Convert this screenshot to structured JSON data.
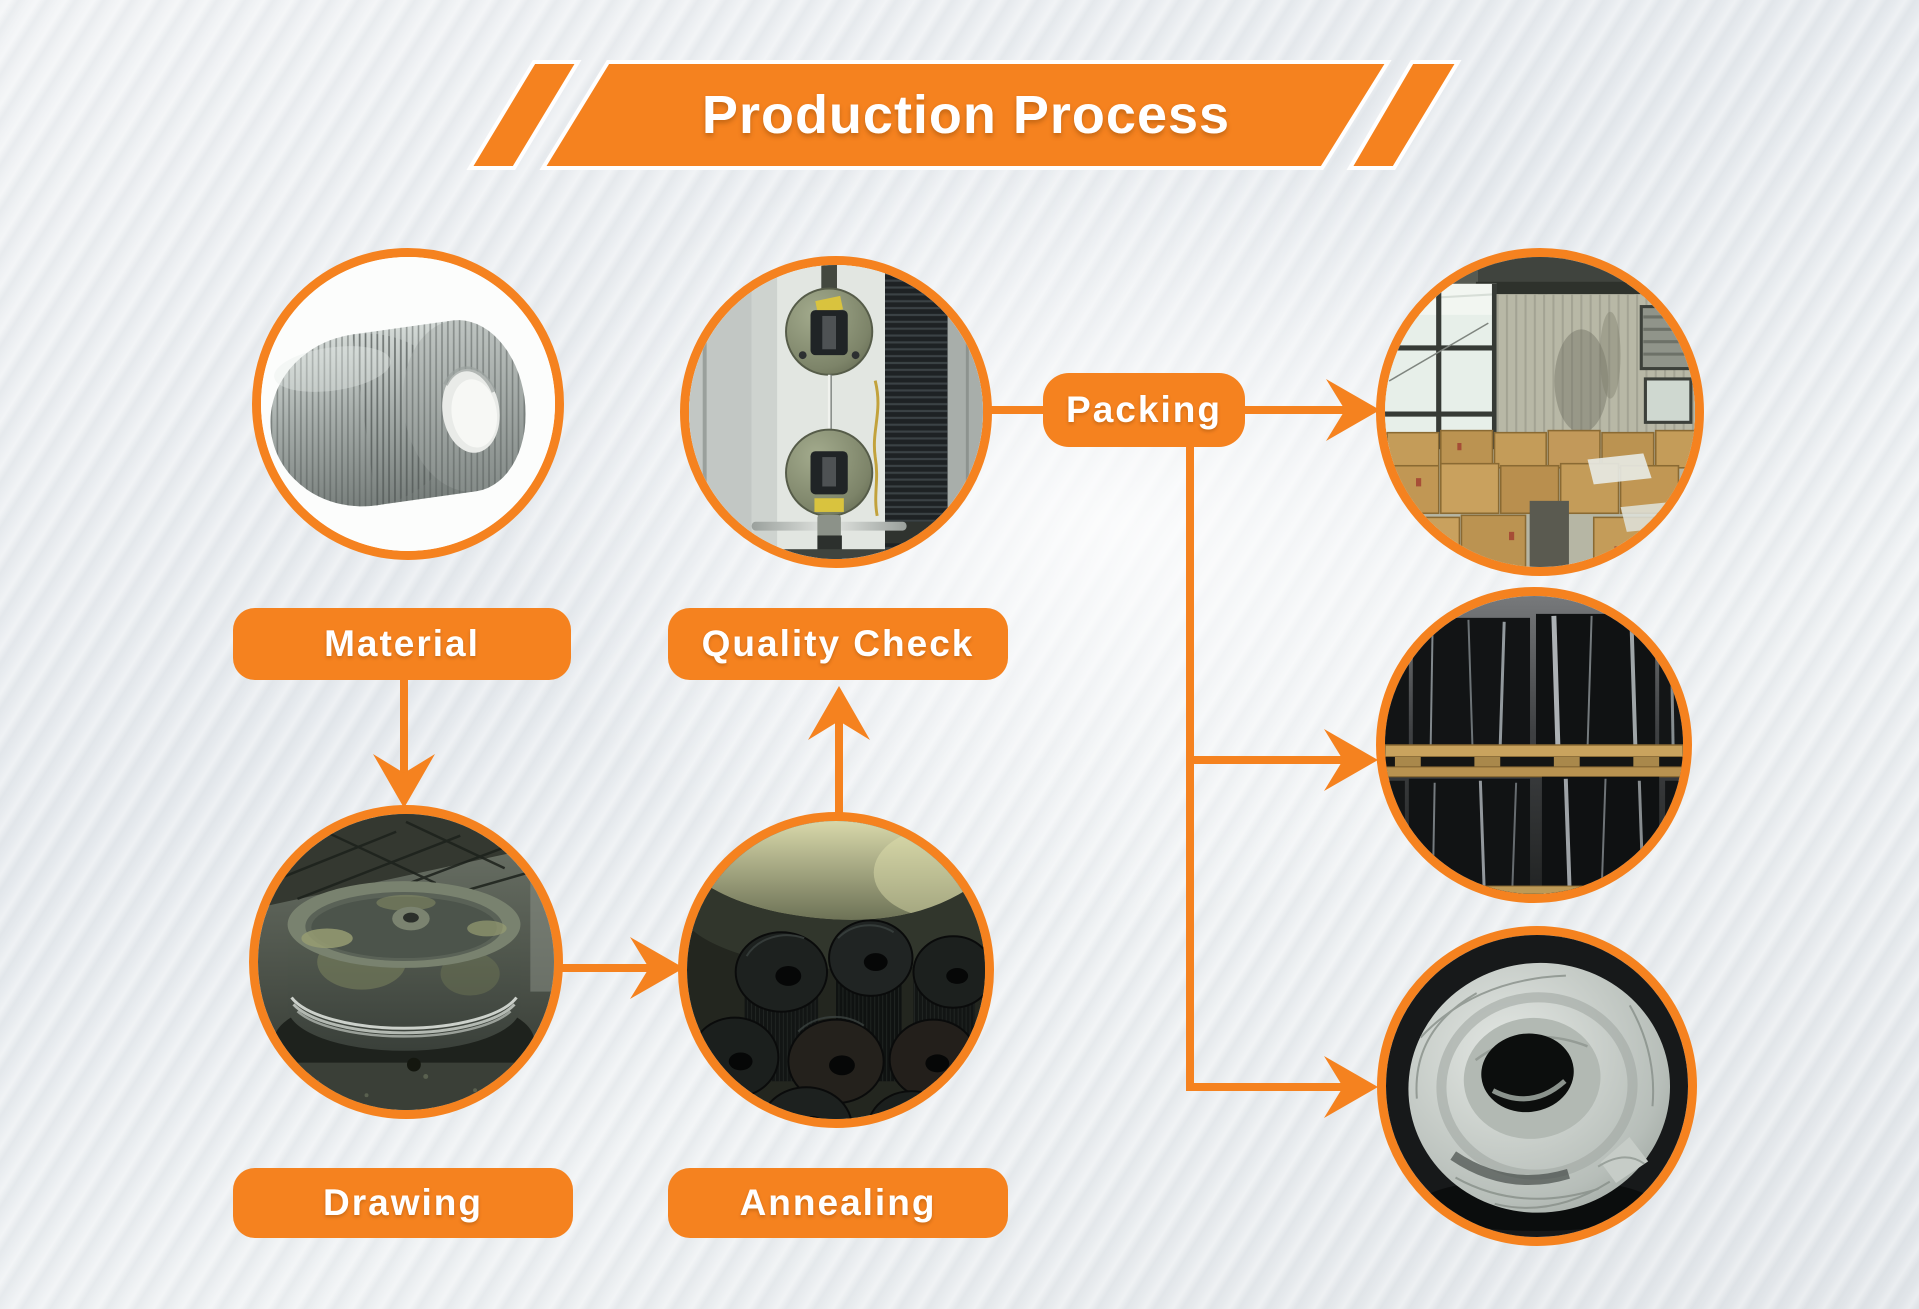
{
  "banner": {
    "title": "Production Process"
  },
  "nodes": {
    "material": {
      "label": "Material",
      "photo": "steel-wire-rod-coil-photo"
    },
    "drawing": {
      "label": "Drawing",
      "photo": "wire-drawing-machine-drum-photo"
    },
    "annealing": {
      "label": "Annealing",
      "photo": "wire-spools-in-annealing-drum-photo"
    },
    "quality_check": {
      "label": "Quality Check",
      "photo": "tensile-testing-machine-photo"
    },
    "packing": {
      "label": "Packing",
      "photos": [
        "carton-boxes-in-warehouse-photo",
        "wrapped-coils-on-pallets-photo",
        "paper-wrapped-wire-coil-photo"
      ]
    }
  },
  "flow": [
    "material -> drawing",
    "drawing -> annealing",
    "annealing -> quality_check",
    "quality_check -> packing",
    "packing -> carton-boxes",
    "packing -> pallets",
    "packing -> wrapped-coil"
  ],
  "colors": {
    "accent": "#F5821F",
    "label_text": "#FFFFFF",
    "background": "#E9ECEF"
  }
}
